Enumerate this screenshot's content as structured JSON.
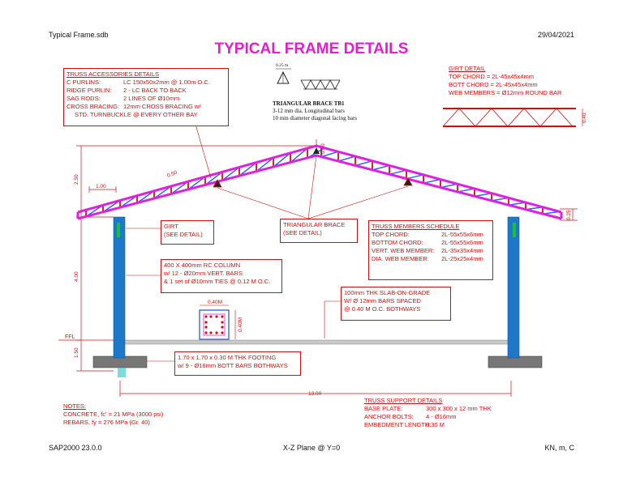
{
  "header": {
    "filename": "Typical Frame.sdb",
    "date": "29/04/2021"
  },
  "title": "TYPICAL FRAME DETAILS",
  "accessories": {
    "heading": "TRUSS ACCESSORIES DETAILS",
    "rows": [
      {
        "k": "C PURLINS:",
        "v": "LC 150x50x2mm @ 1.00m O.C."
      },
      {
        "k": "RIDGE PURLIN:",
        "v": "2 - LC BACK TO BACK"
      },
      {
        "k": "SAG RODS:",
        "v": "2 LINES OF Ø10mm"
      },
      {
        "k": "CROSS BRACING:",
        "v": "12mm CROSS BRACING w/"
      }
    ],
    "last_line": "STD. TURNBUCKLE @ EVERY OTHER BAY"
  },
  "brace_note": {
    "dim": "0.25 m",
    "title": "TRIANGULAR BRACE TB1",
    "line1": "3-12 mm dia. Longitudinal bars",
    "line2": "10 mm diameter diagonal lacing bars"
  },
  "girt_detail": {
    "heading": "GIRT  DETAIL",
    "top": "TOP CHORD = 2L-45x45x4mm",
    "bott": "BOTT CHORD = 2L-45x45x4mm",
    "web": "WEB MEMBERS = Ø12mm ROUND BAR",
    "depth": "0.40"
  },
  "girt_label": {
    "l1": "GIRT",
    "l2": "(SEE DETAIL)"
  },
  "brace_label": {
    "l1": "TRIANGULAR BRACE",
    "l2": "(SEE DETAIL)"
  },
  "schedule": {
    "heading": "TRUSS MEMBERS SCHEDULE",
    "rows": [
      {
        "k": "TOP CHORD:",
        "v": "2L-55x55x6mm"
      },
      {
        "k": "BOTTOM CHORD:",
        "v": "2L-55x55x6mm"
      },
      {
        "k": "VERT. WEB MEMBER:",
        "v": "2L-35x35x4mm"
      },
      {
        "k": "DIA. WEB MEMBER:",
        "v": "2L-25x25x4mm"
      }
    ]
  },
  "column": {
    "l1": "400 X 400mm RC COLUMN",
    "l2": "w/ 12 - Ø20mm VERT. BARS",
    "l3": "& 1 set of Ø10mm TIES @ 0.12 M O.C.",
    "w": "0.40M",
    "h": "0.40M"
  },
  "slab": {
    "l1": "100mm THK SLAB-ON-GRADE",
    "l2": "W/ Ø 12mm BARS SPACED",
    "l3": "@ 0.40 M O.C. BOTHWAYS"
  },
  "footing": {
    "l1": "1.70 x 1.70 x 0.30 M THK FOOTING",
    "l2": "w/ 9 - Ø16mm BOTT BARS BOTHWAYS"
  },
  "dims": {
    "span": "13.00",
    "col_h": "4.00",
    "roof_h": "2.50",
    "found": "1.50",
    "purlin": "1.00",
    "web": "0.50",
    "ridge": "0.30",
    "eave": "0.25",
    "ffl": "FFL"
  },
  "notes": {
    "heading": "NOTES:",
    "l1": "CONCRETE, fc' = 21 MPa (3000 psi)",
    "l2": "REBARS, fy = 276 MPa (Gr. 40)"
  },
  "support": {
    "heading": "TRUSS SUPPORT DETAILS",
    "rows": [
      {
        "k": "BASE PLATE:",
        "v": "300 x 300 x 12 mm THK"
      },
      {
        "k": "ANCHOR BOLTS:",
        "v": "4 - Ø16mm"
      },
      {
        "k": "EMBEDMENT LENGTH:",
        "v": "0.30 M"
      }
    ]
  },
  "footer": {
    "left": "SAP2000 23.0.0",
    "center": "X-Z Plane @ Y=0",
    "right": "KN, m, C"
  },
  "colors": {
    "title": "#e020c8",
    "red": "#d01010",
    "column": "#1e78c8",
    "chord": "#e020e0",
    "web_blue": "#2060ff"
  }
}
